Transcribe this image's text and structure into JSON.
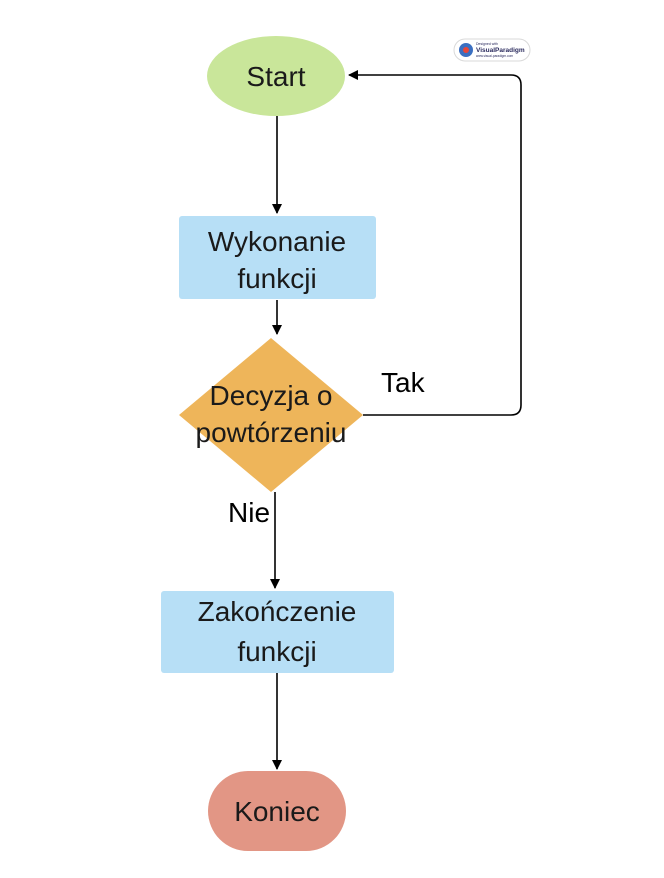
{
  "nodes": {
    "start": {
      "label": "Start",
      "color": "#c9e69a"
    },
    "execute": {
      "line1": "Wykonanie",
      "line2": "funkcji",
      "color": "#b7dff6"
    },
    "decision": {
      "line1": "Decyzja o",
      "line2": "powtórzeniu",
      "color": "#eeb55a"
    },
    "finish": {
      "line1": "Zakończenie",
      "line2": "funkcji",
      "color": "#b7dff6"
    },
    "end": {
      "label": "Koniec",
      "color": "#e29685"
    }
  },
  "edges": {
    "yes_label": "Tak",
    "no_label": "Nie",
    "line_color": "#000000"
  },
  "watermark": {
    "brand": "VisualParadigm",
    "small_top": "Designed with",
    "small_bottom": "www.visual-paradigm.com"
  }
}
